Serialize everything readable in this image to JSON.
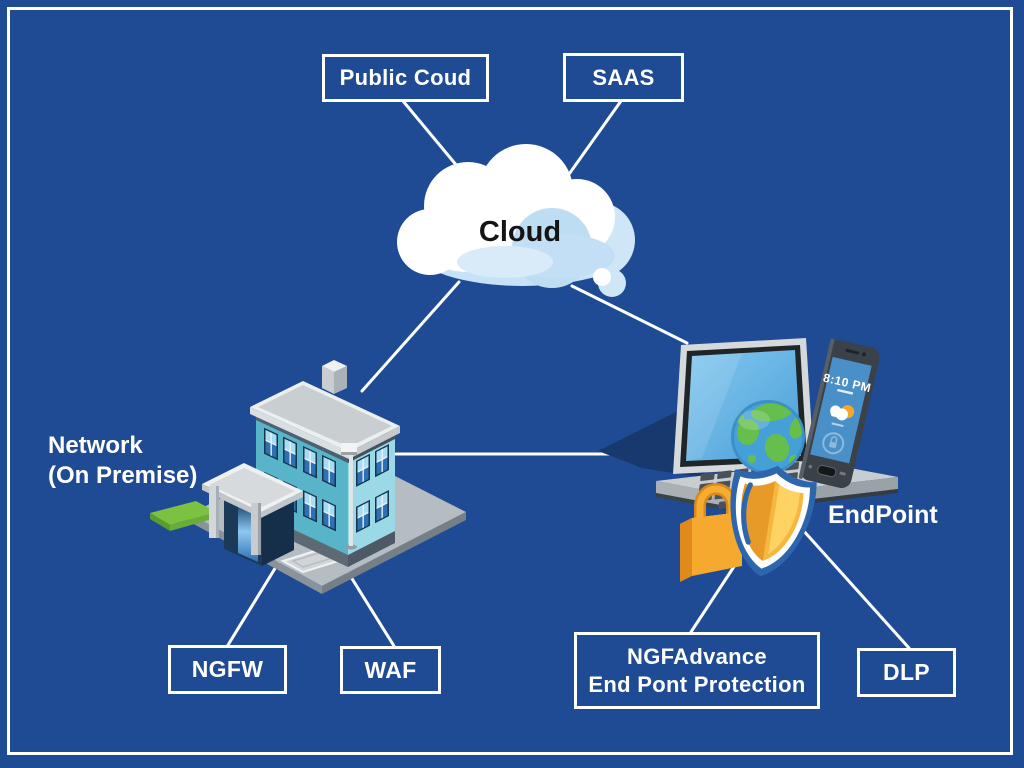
{
  "diagram_title": "Cloud / Network / EndPoint security diagram",
  "colors": {
    "background": "#1e4b94",
    "frame": "#ffffff",
    "connector": "#ffffff",
    "cloud_white": "#ffffff",
    "cloud_shade": "#c7e2f6",
    "building_wall_left": "#58b5c9",
    "building_wall_right": "#9bd9e6",
    "roof_gray": "#c9ced1",
    "window_glass": "#2d70b5",
    "platform_gray": "#b6bdc2",
    "grass_green": "#7cc142",
    "laptop_screen_blue": "#5fb2e2",
    "globe_ocean": "#46a0d8",
    "globe_land": "#66bf4d",
    "phone_screen_blue": "#4a90c8",
    "lock_orange": "#f6a92f",
    "shield_blue": "#2e66ae",
    "shield_yellow": "#f5b73d"
  },
  "nodes": {
    "public_cloud": {
      "label": "Public Coud"
    },
    "saas": {
      "label": "SAAS"
    },
    "cloud": {
      "label": "Cloud"
    },
    "network": {
      "label_line1": "Network",
      "label_line2": "(On Premise)"
    },
    "endpoint": {
      "label": "EndPoint"
    },
    "ngfw": {
      "label": "NGFW"
    },
    "waf": {
      "label": "WAF"
    },
    "ngfadvance": {
      "label_line1": "NGFAdvance",
      "label_line2": "End Pont Protection"
    },
    "dlp": {
      "label": "DLP"
    }
  },
  "phone": {
    "time": "8:10 PM"
  },
  "edges": [
    {
      "from": "public_cloud",
      "to": "cloud"
    },
    {
      "from": "saas",
      "to": "cloud"
    },
    {
      "from": "cloud",
      "to": "network"
    },
    {
      "from": "cloud",
      "to": "endpoint"
    },
    {
      "from": "network",
      "to": "endpoint"
    },
    {
      "from": "network",
      "to": "ngfw"
    },
    {
      "from": "network",
      "to": "waf"
    },
    {
      "from": "endpoint",
      "to": "ngfadvance"
    },
    {
      "from": "endpoint",
      "to": "dlp"
    }
  ],
  "icons": {
    "cloud": "cloud-icon",
    "network": "office-building-icon",
    "endpoint": [
      "laptop-icon",
      "globe-icon",
      "smartphone-icon",
      "padlock-icon",
      "shield-icon"
    ]
  }
}
